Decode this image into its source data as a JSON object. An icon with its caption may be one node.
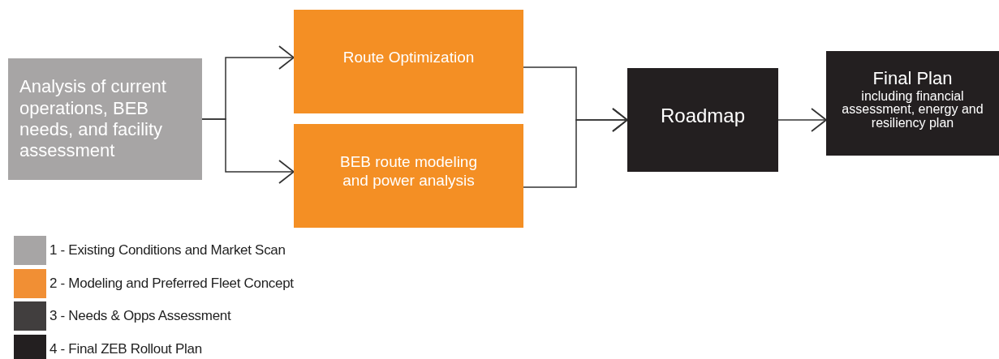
{
  "diagram": {
    "nodes": [
      {
        "text": [
          "Analysis of current operations, BEB needs, and facility assessment"
        ]
      },
      {
        "text": [
          "Route Optimization"
        ]
      },
      {
        "text": [
          "BEB route modeling and power analysis"
        ]
      },
      {
        "text": [
          "Roadmap"
        ]
      },
      {
        "text": [
          "Final Plan",
          "including financial assessment, energy and resiliency plan"
        ]
      }
    ],
    "edges": [
      {
        "from": 0,
        "to": 1,
        "arrow": "to"
      },
      {
        "from": 0,
        "to": 2,
        "arrow": "to"
      },
      {
        "from": 1,
        "to": 3,
        "arrow": "to"
      },
      {
        "from": 2,
        "to": 3,
        "arrow": "to"
      },
      {
        "from": 3,
        "to": 4,
        "arrow": "to"
      }
    ],
    "legend": [
      {
        "text": "1 - Existing Conditions and Market Scan",
        "color": "#a7a5a5"
      },
      {
        "text": "2 - Modeling and Preferred Fleet Concept",
        "color": "#f18f34"
      },
      {
        "text": "3 - Needs & Opps Assessment",
        "color": "#413e3e"
      },
      {
        "text": "4 - Final ZEB Rollout Plan",
        "color": "#231f20"
      }
    ]
  }
}
